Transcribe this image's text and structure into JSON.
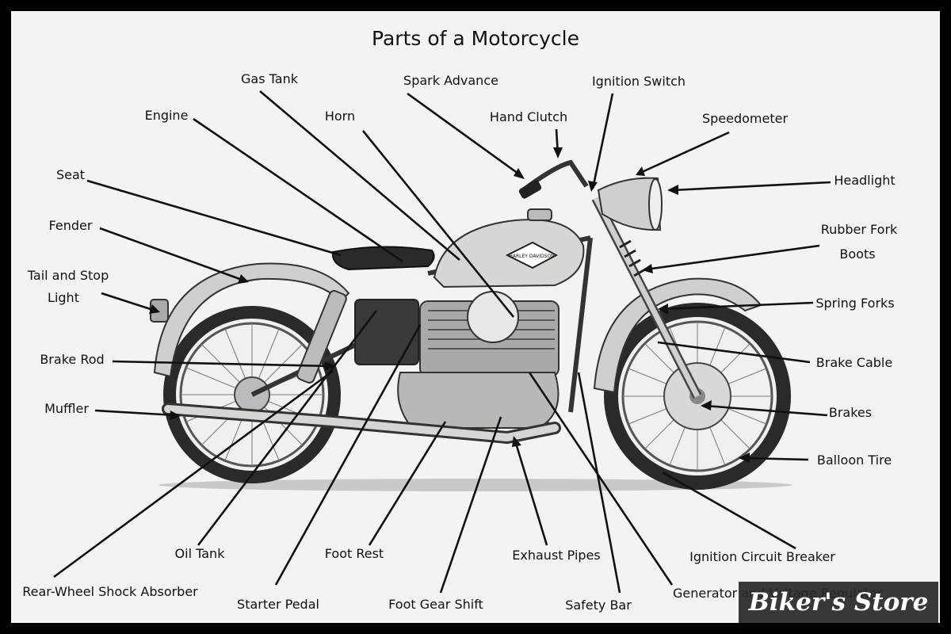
{
  "title": "Parts of a Motorcycle",
  "labels": {
    "gas_tank": "Gas Tank",
    "spark_advance": "Spark Advance",
    "ignition_switch": "Ignition Switch",
    "engine": "Engine",
    "horn": "Horn",
    "hand_clutch": "Hand Clutch",
    "speedometer": "Speedometer",
    "seat": "Seat",
    "headlight": "Headlight",
    "fender": "Fender",
    "rubber_fork_boots_1": "Rubber Fork",
    "rubber_fork_boots_2": "Boots",
    "tail_stop_light_1": "Tail and Stop",
    "tail_stop_light_2": "Light",
    "spring_forks": "Spring Forks",
    "brake_rod": "Brake Rod",
    "brake_cable": "Brake Cable",
    "muffler": "Muffler",
    "brakes": "Brakes",
    "balloon_tire": "Balloon Tire",
    "oil_tank": "Oil Tank",
    "foot_rest": "Foot Rest",
    "exhaust_pipes": "Exhaust Pipes",
    "ignition_circuit_breaker": "Ignition Circuit Breaker",
    "rear_wheel_shock_absorber": "Rear-Wheel Shock Absorber",
    "starter_pedal": "Starter Pedal",
    "foot_gear_shift": "Foot Gear Shift",
    "safety_bar": "Safety Bar",
    "generator_voltage_regulator": "Generator and Voltage Regulator"
  },
  "emblem_text": "HARLEY DAVIDSON",
  "watermark": "Biker's Store"
}
